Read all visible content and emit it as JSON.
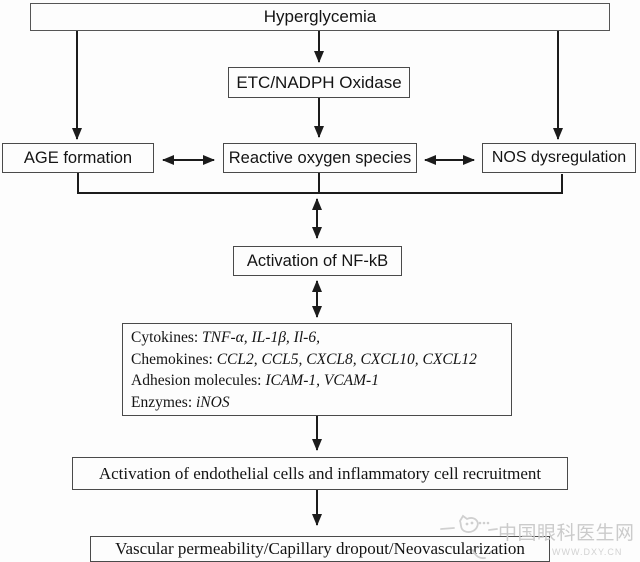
{
  "diagram": {
    "nodes": {
      "hyperglycemia": {
        "label": "Hyperglycemia"
      },
      "etc_nadph_oxidase": {
        "label": "ETC/NADPH Oxidase"
      },
      "age_formation": {
        "label": "AGE formation"
      },
      "reactive_oxygen_species": {
        "label": "Reactive oxygen species"
      },
      "nos_dysregulation": {
        "label": "NOS dysregulation"
      },
      "nfkb_activation": {
        "label": "Activation of NF-kB"
      },
      "mediators": {
        "lines": [
          {
            "label": "Cytokines:",
            "items": "TNF-α, IL-1β, Il-6,"
          },
          {
            "label": "Chemokines:",
            "items": "CCL2, CCL5, CXCL8, CXCL10, CXCL12"
          },
          {
            "label": "Adhesion molecules:",
            "items": "ICAM-1, VCAM-1"
          },
          {
            "label": "Enzymes:",
            "items": "iNOS"
          }
        ]
      },
      "endothelial_activation": {
        "label": "Activation of endothelial cells and inflammatory cell recruitment"
      },
      "vascular_outcomes": {
        "label": "Vascular permeability/Capillary dropout/Neovascularization"
      }
    },
    "watermark": {
      "text": "中国眼科医生网",
      "url": "WWW.DXY.CN"
    },
    "colors": {
      "line": "#1c1c1c",
      "border": "#4a4a4a",
      "background": "#fdfdfd",
      "watermark": "#cbcbcb"
    }
  }
}
